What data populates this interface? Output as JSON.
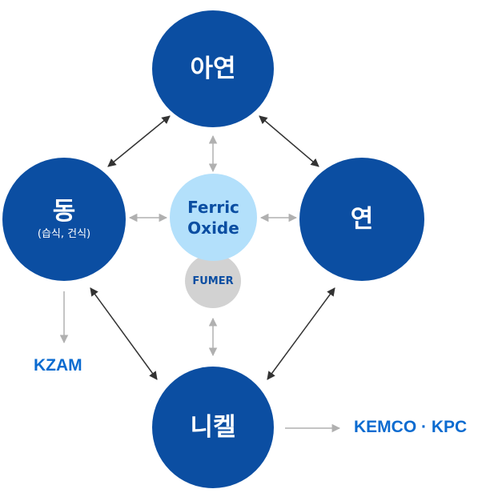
{
  "nodes": {
    "zinc": {
      "label": "아연"
    },
    "copper": {
      "label": "동",
      "sub": "(습식, 건식)"
    },
    "lead": {
      "label": "연"
    },
    "nickel": {
      "label": "니켈"
    },
    "ferric_oxide": {
      "line1": "Ferric",
      "line2": "Oxide"
    },
    "fumer": {
      "label": "FUMER"
    }
  },
  "external": {
    "kzam": "KZAM",
    "kemco_kpc": "KEMCO · KPC"
  },
  "colors": {
    "navy": "#0b4ea2",
    "light_blue": "#b3e0fb",
    "gray": "#d2d2d2",
    "label_blue": "#0b6bd0",
    "dark_arrow": "#333333",
    "light_arrow": "#b0b0b0"
  }
}
